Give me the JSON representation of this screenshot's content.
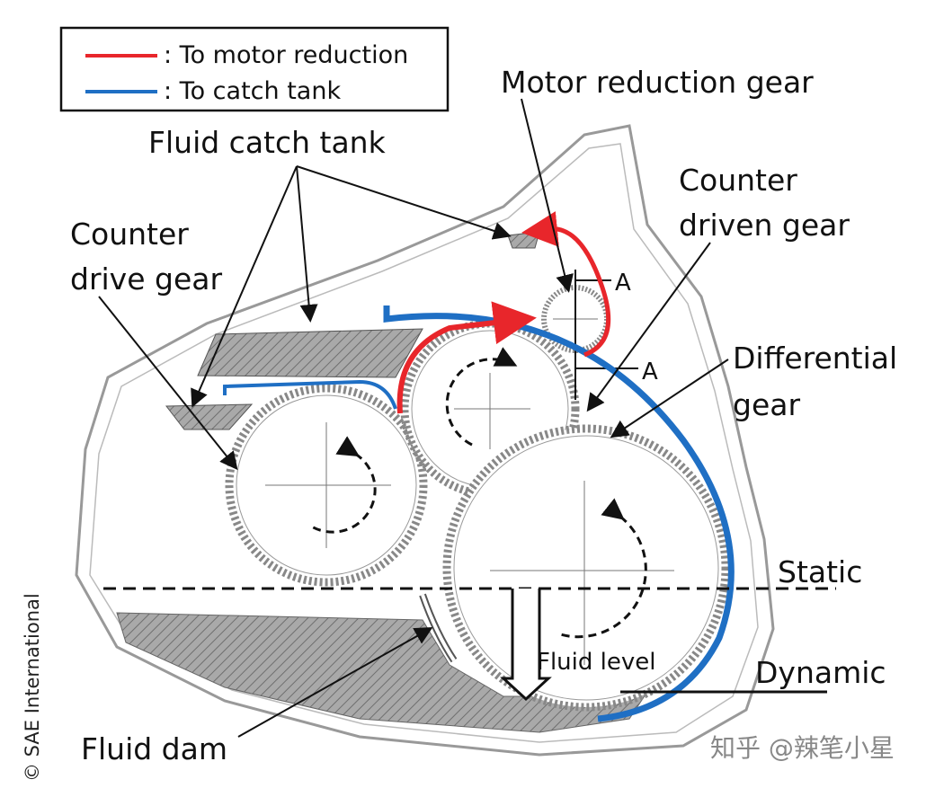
{
  "legend": {
    "red_label": ": To motor reduction",
    "blue_label": ": To catch tank"
  },
  "labels": {
    "motor_reduction_gear": "Motor reduction gear",
    "fluid_catch_tank": "Fluid catch tank",
    "counter_driven_1": "Counter",
    "counter_driven_2": "driven gear",
    "counter_drive_1": "Counter",
    "counter_drive_2": "drive gear",
    "differential_1": "Differential",
    "differential_2": "gear",
    "section_a_top": "A",
    "section_a_bottom": "A",
    "static": "Static",
    "fluid_level": "Fluid level",
    "dynamic": "Dynamic",
    "fluid_dam": "Fluid dam"
  },
  "copyright": "© SAE International",
  "watermark": "知乎 @辣笔小星",
  "colors": {
    "red": "#e8262b",
    "blue": "#1f6fc4",
    "hatch": "#8a8a8a"
  }
}
